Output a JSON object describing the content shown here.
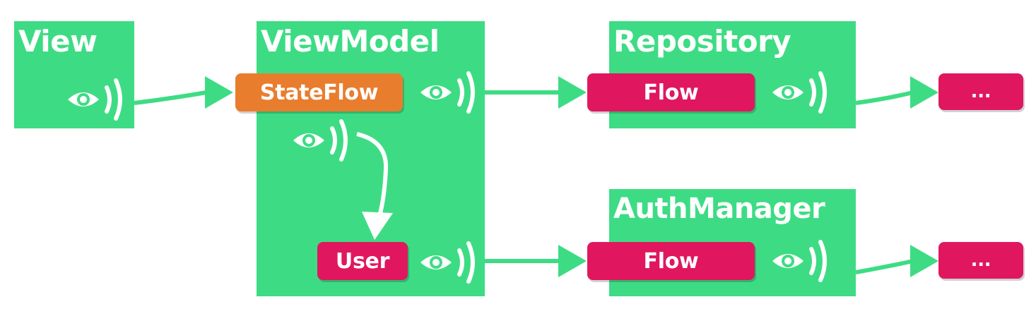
{
  "colors": {
    "box": "#3ddc84",
    "flow_pill": "#e0175f",
    "stateflow_pill": "#e97d2e",
    "text": "#ffffff",
    "background": "#ffffff"
  },
  "nodes": {
    "view": {
      "title": "View"
    },
    "viewmodel": {
      "title": "ViewModel",
      "stateflow_label": "StateFlow",
      "user_label": "User"
    },
    "repository": {
      "title": "Repository",
      "flow_label": "Flow"
    },
    "authmanager": {
      "title": "AuthManager",
      "flow_label": "Flow"
    },
    "downstream_top": {
      "label": "..."
    },
    "downstream_bottom": {
      "label": "..."
    }
  },
  "icons": {
    "observe": "eye-observe-icon"
  }
}
